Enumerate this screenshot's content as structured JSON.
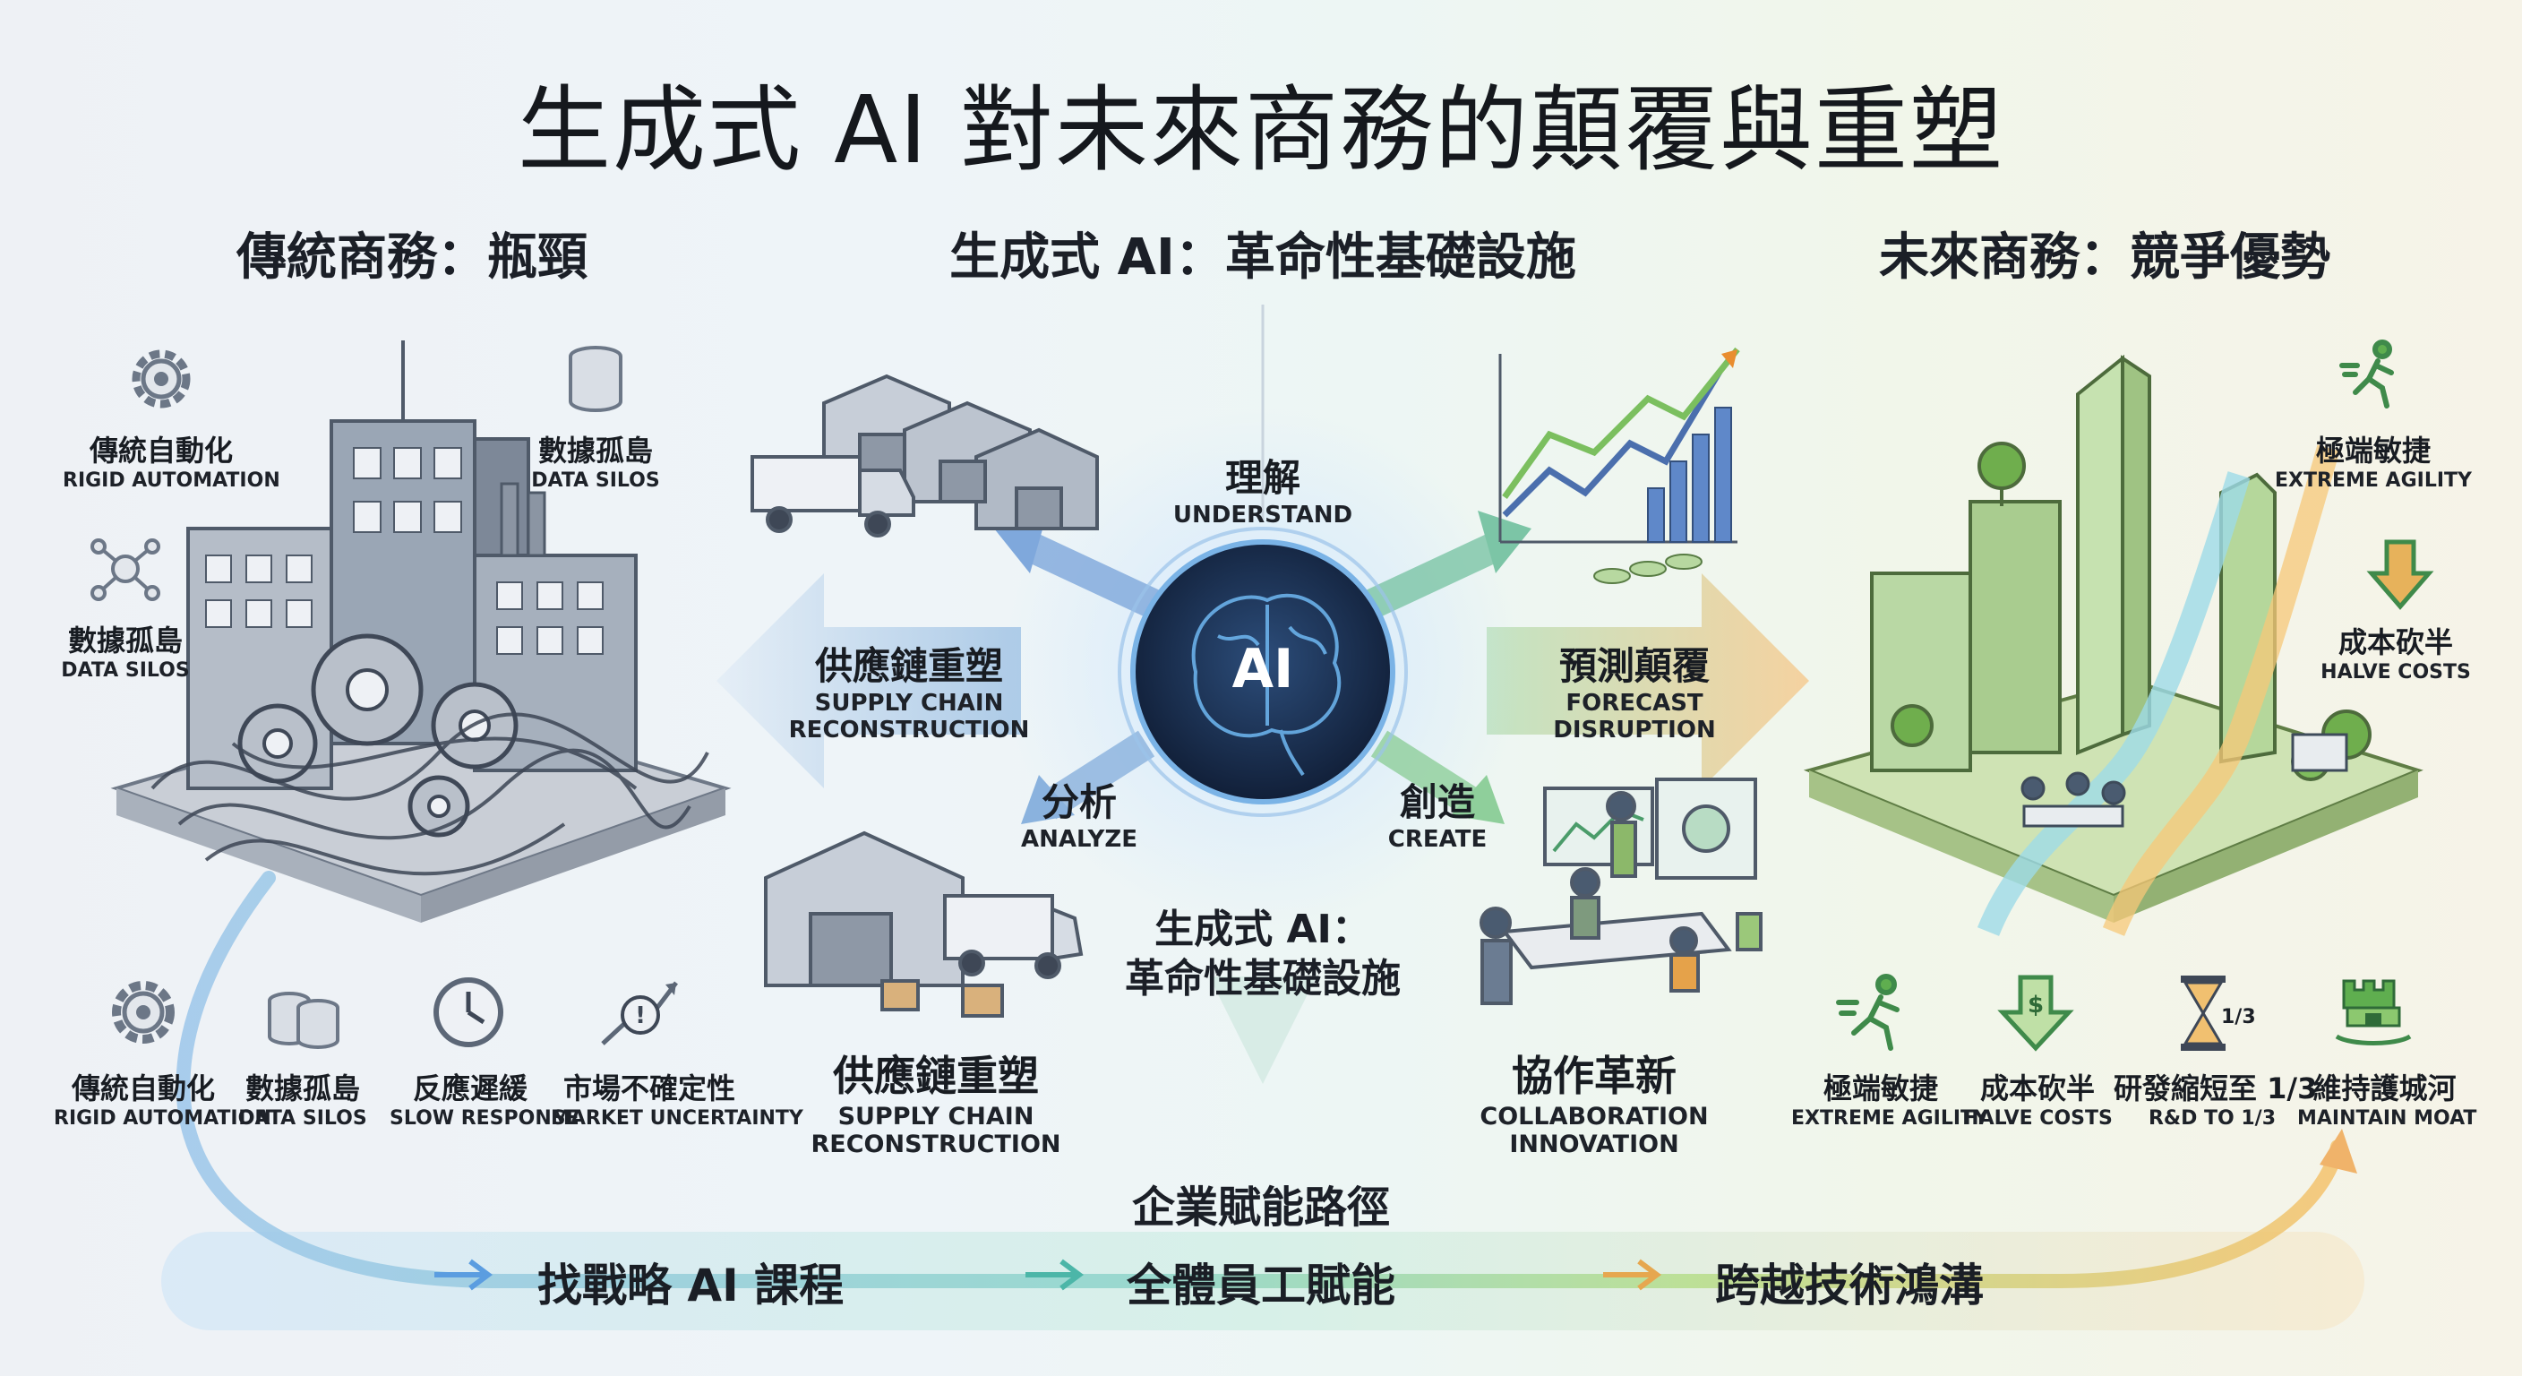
{
  "title": "生成式 AI 對未來商務的顛覆與重塑",
  "sections": {
    "left": "傳統商務：瓶頸",
    "center": "生成式 AI：革命性基礎設施",
    "right": "未來商務：競爭優勢"
  },
  "left_labels": {
    "rigid_automation": {
      "zh": "傳統自動化",
      "en": "RIGID AUTOMATION"
    },
    "data_silos_top": {
      "zh": "數據孤島",
      "en": "DATA SILOS"
    },
    "data_silos_mid": {
      "zh": "數據孤島",
      "en": "DATA SILOS"
    }
  },
  "left_bottom": [
    {
      "zh": "傳統自動化",
      "en": "RIGID AUTOMATION",
      "icon": "gear-icon"
    },
    {
      "zh": "數據孤島",
      "en": "DATA SILOS",
      "icon": "database-icon"
    },
    {
      "zh": "反應遲緩",
      "en": "SLOW RESPONSE",
      "icon": "clock-icon"
    },
    {
      "zh": "市場不確定性",
      "en": "MARKET UNCERTAINTY",
      "icon": "uncertainty-icon"
    }
  ],
  "hub": {
    "core": "AI",
    "understand": {
      "zh": "理解",
      "en": "UNDERSTAND"
    },
    "analyze": {
      "zh": "分析",
      "en": "ANALYZE"
    },
    "create": {
      "zh": "創造",
      "en": "CREATE"
    },
    "caption": [
      "生成式 AI：",
      "革命性基礎設施"
    ]
  },
  "center_labels": {
    "supply_mid": {
      "zh": "供應鏈重塑",
      "en": [
        "SUPPLY CHAIN",
        "RECONSTRUCTION"
      ]
    },
    "forecast": {
      "zh": "預測顛覆",
      "en": [
        "FORECAST",
        "DISRUPTION"
      ]
    },
    "supply_bottom": {
      "zh": "供應鏈重塑",
      "en": [
        "SUPPLY CHAIN",
        "RECONSTRUCTION"
      ]
    },
    "collab": {
      "zh": "協作革新",
      "en": [
        "COLLABORATION",
        "INNOVATION"
      ]
    }
  },
  "right_labels": {
    "agility": {
      "zh": "極端敏捷",
      "en": "EXTREME AGILITY"
    },
    "halve": {
      "zh": "成本砍半",
      "en": "HALVE COSTS"
    }
  },
  "right_bottom": [
    {
      "zh": "極端敏捷",
      "en": "EXTREME AGILITY",
      "icon": "running-person-icon"
    },
    {
      "zh": "成本砍半",
      "en": "HALVE COSTS",
      "icon": "cost-down-icon"
    },
    {
      "zh": "研發縮短至 1/3",
      "en": "R&D TO 1/3",
      "icon": "hourglass-icon",
      "badge": "1/3"
    },
    {
      "zh": "維持護城河",
      "en": "MAINTAIN MOAT",
      "icon": "castle-moat-icon"
    }
  ],
  "path": {
    "title": "企業賦能路徑",
    "steps": [
      "找戰略 AI 課程",
      "全體員工賦能",
      "跨越技術鴻溝"
    ]
  },
  "colors": {
    "left_tone": "#5b6f86",
    "hub_blue": "#3f8fd8",
    "green": "#5fae4f",
    "orange": "#f0a24a"
  }
}
